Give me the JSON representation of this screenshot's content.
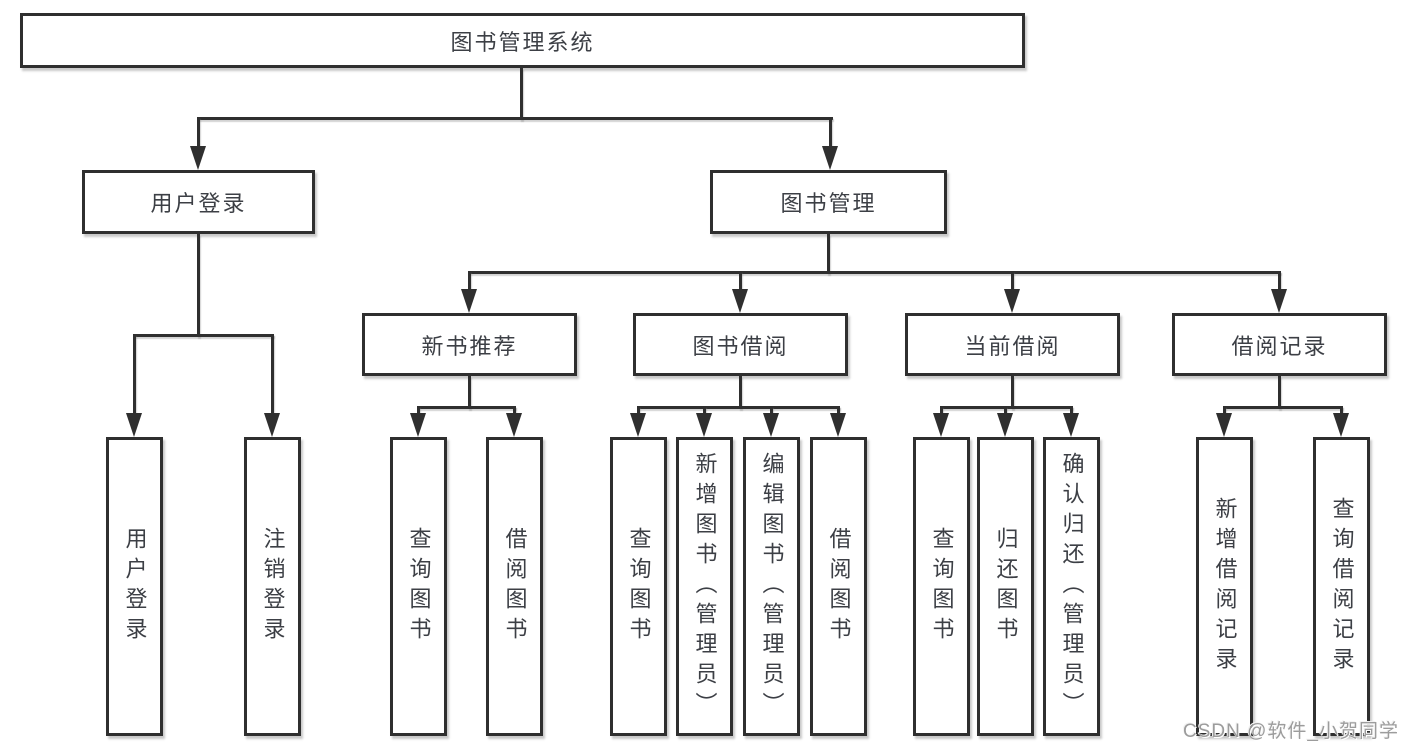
{
  "diagram": {
    "root": {
      "label": "图书管理系统"
    },
    "branches": [
      {
        "label": "用户登录",
        "children": [
          {
            "label": "用户登录"
          },
          {
            "label": "注销登录"
          }
        ]
      },
      {
        "label": "图书管理",
        "children": [
          {
            "label": "新书推荐",
            "children": [
              {
                "label": "查询图书"
              },
              {
                "label": "借阅图书"
              }
            ]
          },
          {
            "label": "图书借阅",
            "children": [
              {
                "label": "查询图书"
              },
              {
                "label": "新增图书（管理员）"
              },
              {
                "label": "编辑图书（管理员）"
              },
              {
                "label": "借阅图书"
              }
            ]
          },
          {
            "label": "当前借阅",
            "children": [
              {
                "label": "查询图书"
              },
              {
                "label": "归还图书"
              },
              {
                "label": "确认归还（管理员）"
              }
            ]
          },
          {
            "label": "借阅记录",
            "children": [
              {
                "label": "新增借阅记录"
              },
              {
                "label": "查询借阅记录"
              }
            ]
          }
        ]
      }
    ]
  },
  "watermark": {
    "text": "CSDN @软件_小贺同学"
  },
  "colors": {
    "line": "#2f2f2f",
    "box_border": "#2f2f2f",
    "text": "#3c3f45",
    "watermark": "#9c9c9c",
    "background": "#ffffff"
  }
}
